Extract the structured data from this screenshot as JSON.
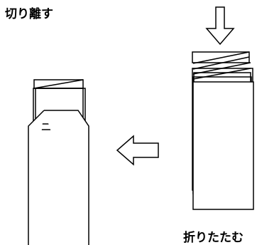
{
  "labels": {
    "cut": "切り離す",
    "fold": "折りたたむ"
  },
  "icons": {
    "down_arrow": "arrow-down-outline",
    "left_arrow": "arrow-left-outline"
  },
  "colors": {
    "stroke": "#000000",
    "background": "#ffffff"
  }
}
